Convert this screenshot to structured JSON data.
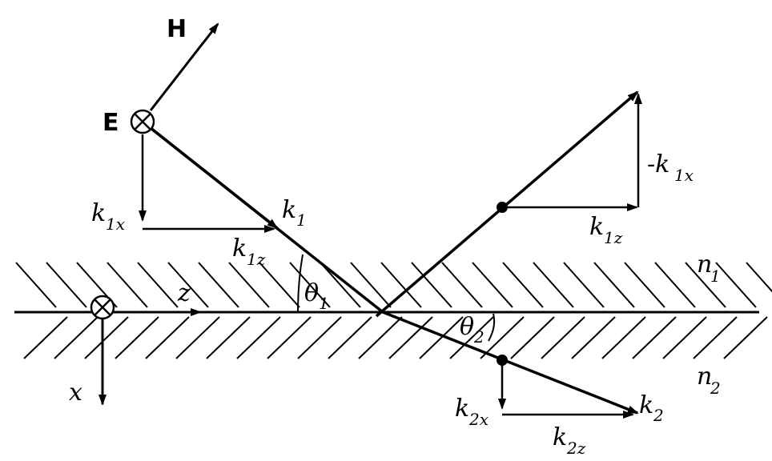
{
  "labels": {
    "H": "H",
    "E": "E",
    "k1": "k",
    "k1_sub": "1",
    "k1x": "k",
    "k1x_sub": "1x",
    "k1z": "k",
    "k1z_sub": "1z",
    "minus_k1x": "-k",
    "minus_k1x_sub": "1x",
    "k1z_refl": "k",
    "k1z_refl_sub": "1z",
    "theta1": "θ",
    "theta1_sub": "1",
    "theta2": "θ",
    "theta2_sub": "2",
    "z": "z",
    "x": "x",
    "n1": "n",
    "n1_sub": "1",
    "n2": "n",
    "n2_sub": "2",
    "k2": "k",
    "k2_sub": "2",
    "k2x": "k",
    "k2x_sub": "2x",
    "k2z": "k",
    "k2z_sub": "2z"
  }
}
